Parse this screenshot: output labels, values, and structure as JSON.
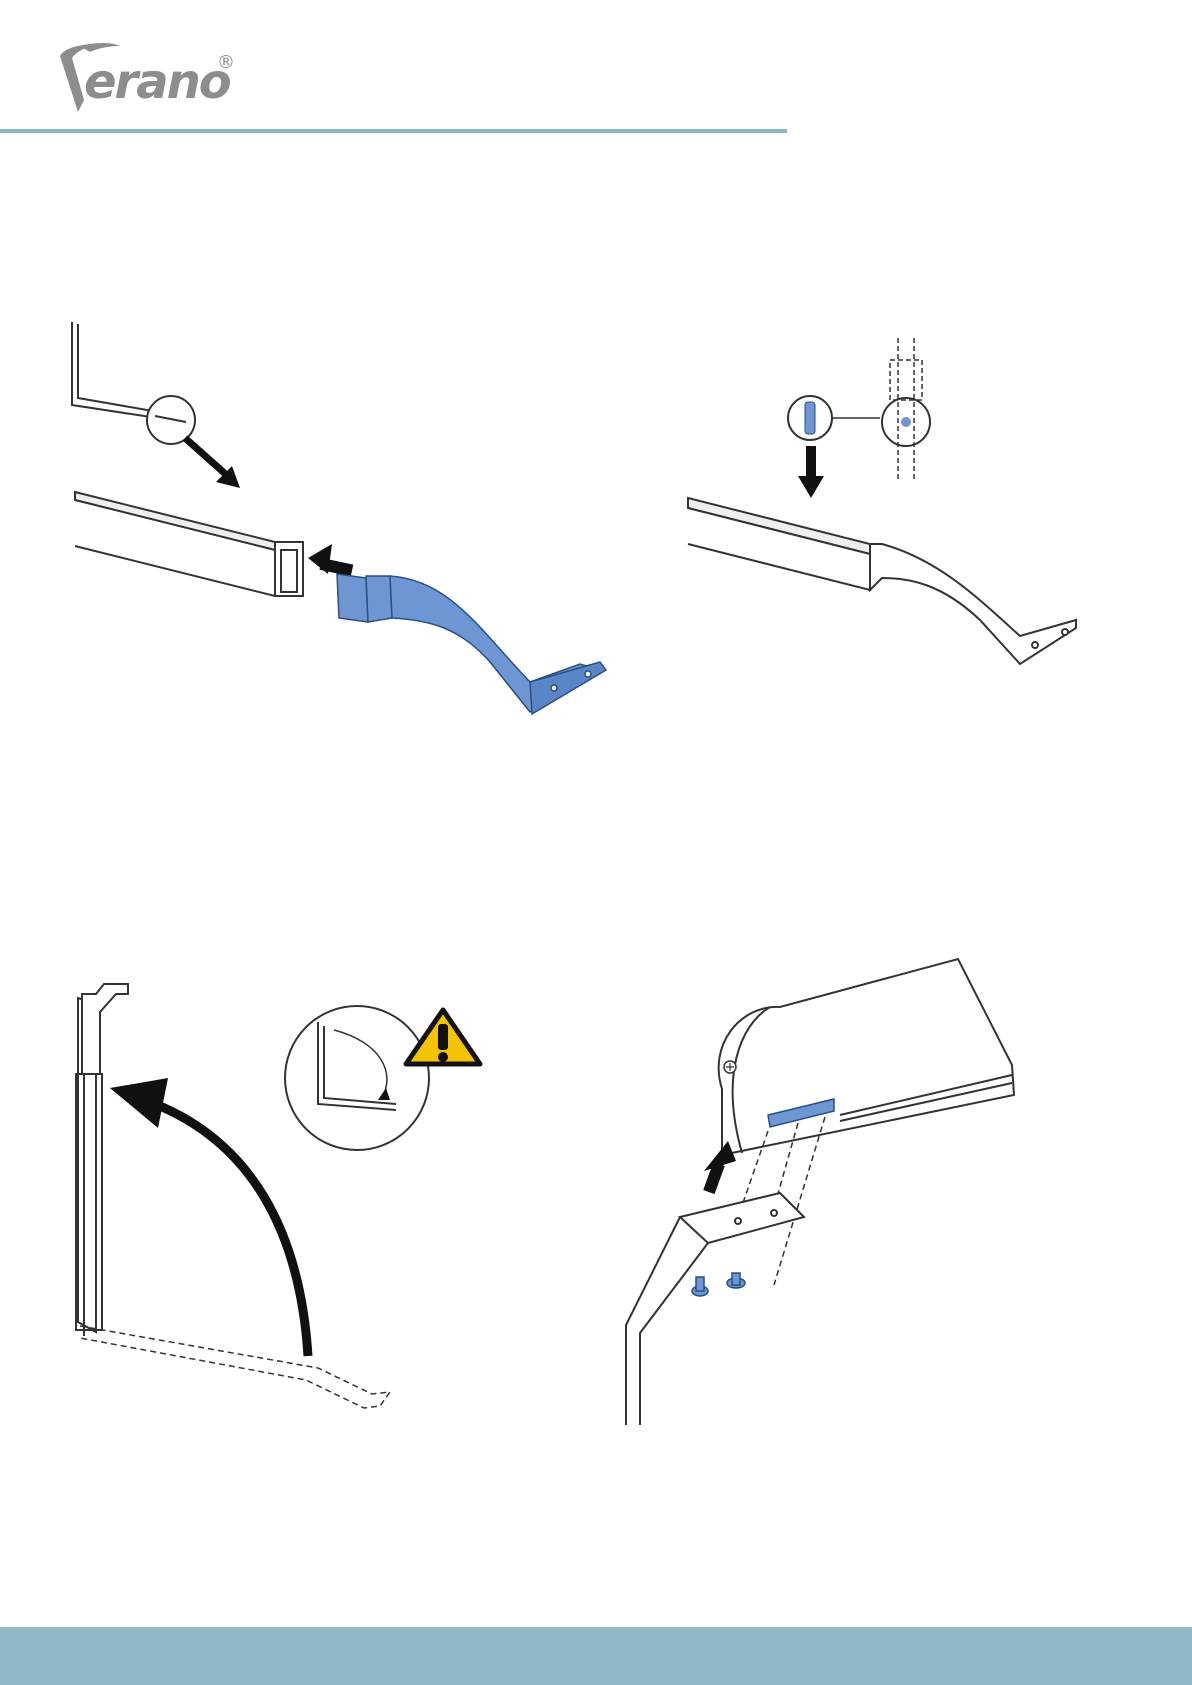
{
  "logo": {
    "wordmark": "erano",
    "registered": "®",
    "brand": "Verano"
  },
  "colors": {
    "accent_rule": "#8fb5c1",
    "footer_band": "#90b7c5",
    "part_highlight": "#6d96d3",
    "logo_grey": "#8d8d8d",
    "warning_yellow": "#f5c400"
  },
  "icons": [
    "warning-triangle-icon",
    "arrow-icon",
    "detail-magnifier-circle"
  ]
}
